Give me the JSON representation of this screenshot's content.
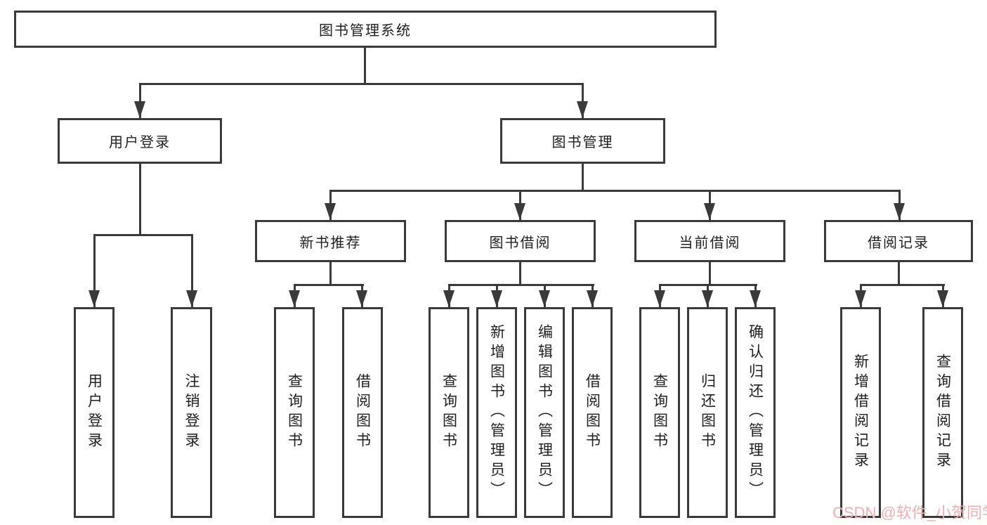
{
  "diagram_type": "hierarchy-tree",
  "tree": {
    "label": "图书管理系统",
    "children": [
      {
        "label": "用户登录",
        "children": [
          {
            "label": "用户登录"
          },
          {
            "label": "注销登录"
          }
        ]
      },
      {
        "label": "图书管理",
        "children": [
          {
            "label": "新书推荐",
            "children": [
              {
                "label": "查询图书"
              },
              {
                "label": "借阅图书"
              }
            ]
          },
          {
            "label": "图书借阅",
            "children": [
              {
                "label": "查询图书"
              },
              {
                "label": "新增图书（管理员）"
              },
              {
                "label": "编辑图书（管理员）"
              },
              {
                "label": "借阅图书"
              }
            ]
          },
          {
            "label": "当前借阅",
            "children": [
              {
                "label": "查询图书"
              },
              {
                "label": "归还图书"
              },
              {
                "label": "确认归还（管理员）"
              }
            ]
          },
          {
            "label": "借阅记录",
            "children": [
              {
                "label": "新增借阅记录"
              },
              {
                "label": "查询借阅记录"
              }
            ]
          }
        ]
      }
    ]
  },
  "watermark": {
    "text": "CSDN @软件_小贺同学"
  },
  "colors": {
    "line": "#3a3a3a",
    "text": "#1f1f1f",
    "background": "#ffffff",
    "watermark": "#f0b0b0"
  }
}
